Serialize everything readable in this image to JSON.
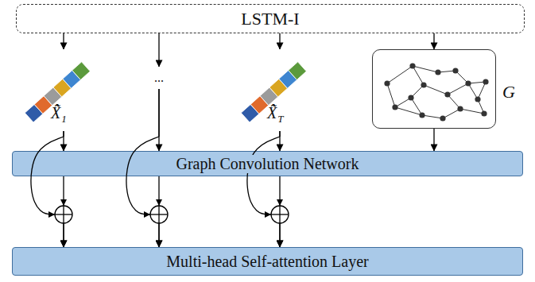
{
  "diagram": {
    "nodes": [
      {
        "text": [
          "LSTM-I"
        ]
      },
      {
        "text": [
          "X̃̂",
          "1"
        ]
      },
      {
        "text": [
          "..."
        ]
      },
      {
        "text": [
          "X̃̂",
          "T"
        ]
      },
      {
        "text": [
          "G"
        ]
      },
      {
        "text": [
          "Graph Convolution Network"
        ]
      },
      {
        "text": [
          "Multi-head Self-attention Layer"
        ]
      }
    ],
    "edges": [
      {
        "from": 0,
        "to": 1,
        "arrow": "to"
      },
      {
        "from": 0,
        "to": 2,
        "arrow": "to"
      },
      {
        "from": 0,
        "to": 3,
        "arrow": "to"
      },
      {
        "from": 0,
        "to": 4,
        "arrow": "to"
      },
      {
        "from": 1,
        "to": 5,
        "arrow": "to"
      },
      {
        "from": 2,
        "to": 5,
        "arrow": "to"
      },
      {
        "from": 3,
        "to": 5,
        "arrow": "to"
      },
      {
        "from": 4,
        "to": 5,
        "arrow": "to"
      },
      {
        "from": 5,
        "to": 6,
        "arrow": "to"
      },
      {
        "from": 5,
        "to": 6,
        "arrow": "to"
      },
      {
        "from": 5,
        "to": 6,
        "arrow": "to"
      },
      {
        "from": 1,
        "to": 6,
        "arrow": "to"
      },
      {
        "from": 2,
        "to": 6,
        "arrow": "to"
      },
      {
        "from": 3,
        "to": 6,
        "arrow": "to"
      }
    ]
  }
}
